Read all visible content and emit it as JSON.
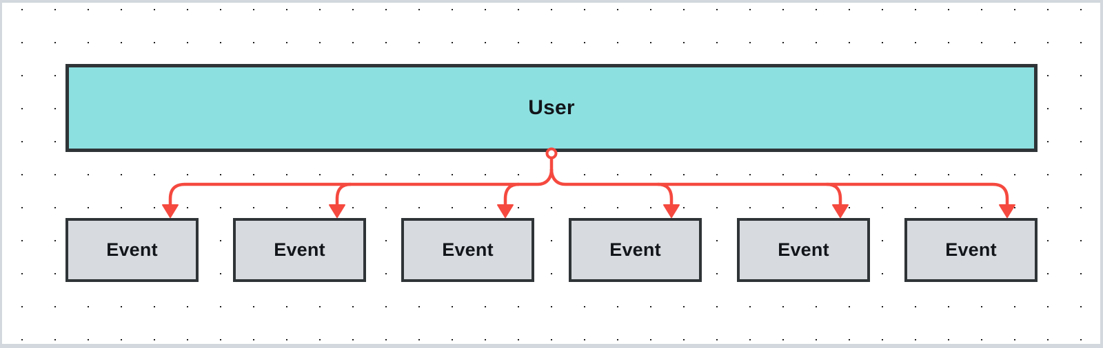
{
  "diagram": {
    "user_node": {
      "label": "User"
    },
    "event_nodes": [
      {
        "label": "Event"
      },
      {
        "label": "Event"
      },
      {
        "label": "Event"
      },
      {
        "label": "Event"
      },
      {
        "label": "Event"
      },
      {
        "label": "Event"
      }
    ],
    "edges": [
      {
        "from": "User",
        "to": "Event 1"
      },
      {
        "from": "User",
        "to": "Event 2"
      },
      {
        "from": "User",
        "to": "Event 3"
      },
      {
        "from": "User",
        "to": "Event 4"
      },
      {
        "from": "User",
        "to": "Event 5"
      },
      {
        "from": "User",
        "to": "Event 6"
      }
    ],
    "colors": {
      "user_fill": "#8de0e0",
      "event_fill": "#d7dbdf",
      "node_border": "#2f3437",
      "connector": "#f5493f",
      "frame": "#d2d8dd",
      "canvas": "#ffffff",
      "grid_dot": "#1c1c1c"
    }
  }
}
